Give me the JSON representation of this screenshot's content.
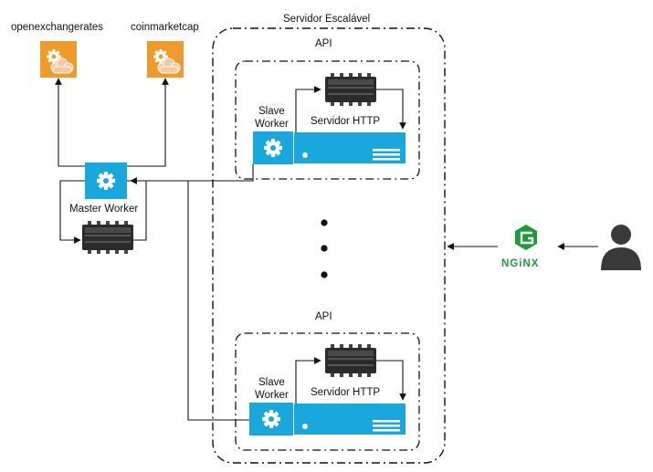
{
  "labels": {
    "openexchangerates": "openexchangerates",
    "coinmarketcap": "coinmarketcap",
    "scalable_server": "Servidor Escalável",
    "api_top": "API",
    "api_bottom": "API",
    "slave_worker_top_line1": "Slave",
    "slave_worker_top_line2": "Worker",
    "http_server_top": "Servidor HTTP",
    "slave_worker_bottom_line1": "Slave",
    "slave_worker_bottom_line2": "Worker",
    "http_server_bottom": "Servidor HTTP",
    "master_worker": "Master Worker",
    "nginx_logo": "NGiNX"
  },
  "icons": {
    "external_service": "cloud-gear-icon",
    "worker": "gear-icon",
    "memory": "memory-chip-icon",
    "server": "server-icon",
    "proxy": "nginx-logo",
    "user": "user-icon"
  },
  "colors": {
    "service_orange": "#f09a2c",
    "worker_blue": "#1aa7dc",
    "nginx_green": "#1f9a3b",
    "user_gray": "#3a3a3a",
    "line": "#111111"
  }
}
